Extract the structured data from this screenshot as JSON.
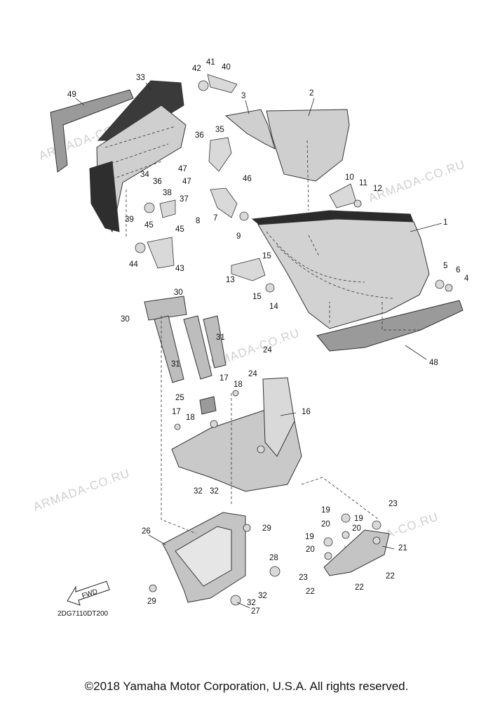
{
  "diagram": {
    "drawing_code": "2DG7110DT200",
    "fwd_label": "FWD",
    "watermark_text": "ARMADA-CO.RU",
    "copyright": "©2018 Yamaha Motor Corporation, U.S.A. All rights reserved."
  },
  "parts": {
    "p1": "1",
    "p2": "2",
    "p3": "3",
    "p4": "4",
    "p5": "5",
    "p6": "6",
    "p7": "7",
    "p8": "8",
    "p9": "9",
    "p10": "10",
    "p11": "11",
    "p12": "12",
    "p13": "13",
    "p14": "14",
    "p15a": "15",
    "p15b": "15",
    "p16": "16",
    "p17a": "17",
    "p17b": "17",
    "p18a": "18",
    "p18b": "18",
    "p19a": "19",
    "p19b": "19",
    "p19c": "19",
    "p20a": "20",
    "p20b": "20",
    "p20c": "20",
    "p21": "21",
    "p22a": "22",
    "p22b": "22",
    "p22c": "22",
    "p23a": "23",
    "p23b": "23",
    "p24a": "24",
    "p24b": "24",
    "p25": "25",
    "p26": "26",
    "p27": "27",
    "p28": "28",
    "p29a": "29",
    "p29b": "29",
    "p30a": "30",
    "p30b": "30",
    "p31a": "31",
    "p31b": "31",
    "p32a": "32",
    "p32b": "32",
    "p32c": "32",
    "p32d": "32",
    "p33": "33",
    "p34": "34",
    "p35": "35",
    "p36a": "36",
    "p36b": "36",
    "p37": "37",
    "p38": "38",
    "p39": "39",
    "p40": "40",
    "p41": "41",
    "p42": "42",
    "p43": "43",
    "p44": "44",
    "p45a": "45",
    "p45b": "45",
    "p46": "46",
    "p47a": "47",
    "p47b": "47",
    "p48": "48",
    "p49": "49"
  }
}
